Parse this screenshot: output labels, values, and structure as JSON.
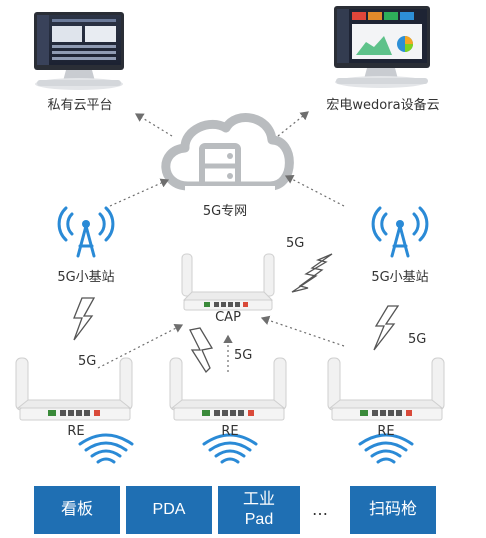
{
  "labels": {
    "private_cloud": "私有云平台",
    "wedora_cloud": "宏电wedora设备云",
    "network": "5G专网",
    "cap": "CAP",
    "small_cell_left": "5G小基站",
    "small_cell_right": "5G小基站",
    "link_top": "5G",
    "link_left": "5G",
    "link_mid": "5G",
    "link_right": "5G",
    "re_left": "RE",
    "re_mid": "RE",
    "re_right": "RE"
  },
  "terminals": [
    "看板",
    "PDA",
    "工业\nPad",
    "扫码枪"
  ],
  "ellipsis": "…",
  "colors": {
    "accent_blue": "#1f6fb3",
    "signal_blue": "#2a8ad6",
    "cloud_gray": "#b9bcbf",
    "line_gray": "#7a7a7a"
  }
}
